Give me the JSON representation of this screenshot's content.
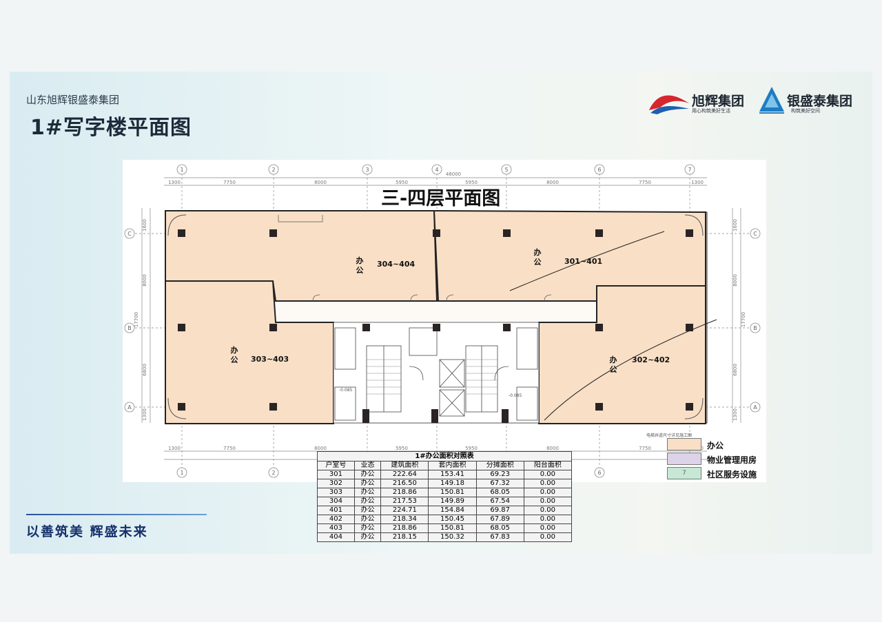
{
  "header": {
    "company": "山东旭辉银盛泰集团",
    "title": "1#写字楼平面图"
  },
  "logos": [
    {
      "name": "旭辉集团",
      "tagline": "用心构筑美好生活"
    },
    {
      "name": "银盛泰集团",
      "tagline": "构筑美好空间"
    }
  ],
  "plan": {
    "title": "三-四层平面图",
    "total_dimension": "46000",
    "top_dimensions": [
      "1300",
      "7750",
      "8000",
      "5950",
      "5950",
      "8000",
      "7750",
      "1300"
    ],
    "bottom_dimensions": [
      "1300",
      "7750",
      "8000",
      "5950",
      "5950",
      "8000",
      "7750",
      "1300"
    ],
    "side_dimensions": [
      "1600",
      "8000",
      "17700",
      "6800",
      "1300"
    ],
    "axis_columns": [
      "1",
      "2",
      "3",
      "4",
      "5",
      "6",
      "7"
    ],
    "axis_rows": [
      "C",
      "B",
      "A"
    ],
    "levels": [
      "-0.085",
      "-0.085"
    ],
    "corner_note": "电梯井道尺寸详见施工图",
    "units": [
      {
        "id": "304~404",
        "use": "办公"
      },
      {
        "id": "301~401",
        "use": "办公"
      },
      {
        "id": "303~403",
        "use": "办公"
      },
      {
        "id": "302~402",
        "use": "办公"
      }
    ]
  },
  "legend": [
    {
      "label": "办公",
      "color": "#f8dfc6"
    },
    {
      "label": "物业管理用房",
      "color": "#dcd3e8"
    },
    {
      "label": "社区服务设施",
      "color": "#c8e8d6",
      "mark": "7"
    }
  ],
  "area_table": {
    "caption": "1#办公面积对照表",
    "columns": [
      "户室号",
      "业态",
      "建筑面积",
      "套内面积",
      "分摊面积",
      "阳台面积"
    ],
    "rows": [
      [
        "301",
        "办公",
        "222.64",
        "153.41",
        "69.23",
        "0.00"
      ],
      [
        "302",
        "办公",
        "216.50",
        "149.18",
        "67.32",
        "0.00"
      ],
      [
        "303",
        "办公",
        "218.86",
        "150.81",
        "68.05",
        "0.00"
      ],
      [
        "304",
        "办公",
        "217.53",
        "149.89",
        "67.54",
        "0.00"
      ],
      [
        "401",
        "办公",
        "224.71",
        "154.84",
        "69.87",
        "0.00"
      ],
      [
        "402",
        "办公",
        "218.34",
        "150.45",
        "67.89",
        "0.00"
      ],
      [
        "403",
        "办公",
        "218.86",
        "150.81",
        "68.05",
        "0.00"
      ],
      [
        "404",
        "办公",
        "218.15",
        "150.32",
        "67.83",
        "0.00"
      ]
    ]
  },
  "slogan": "以善筑美 辉盛未来"
}
